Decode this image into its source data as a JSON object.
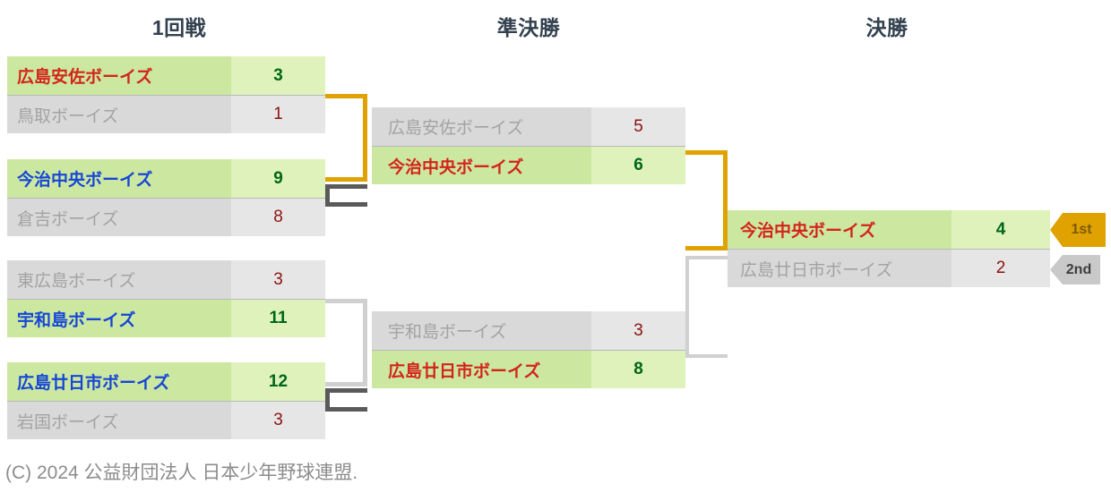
{
  "headers": [
    {
      "label": "1回戦"
    },
    {
      "label": "準決勝"
    },
    {
      "label": "決勝"
    }
  ],
  "rounds": {
    "round1": {
      "matches": [
        {
          "rows": [
            {
              "team": "広島安佐ボーイズ",
              "score": "3",
              "result": "win",
              "name_color": "red"
            },
            {
              "team": "鳥取ボーイズ",
              "score": "1",
              "result": "lose",
              "name_color": "gray"
            }
          ]
        },
        {
          "rows": [
            {
              "team": "今治中央ボーイズ",
              "score": "9",
              "result": "win",
              "name_color": "blue"
            },
            {
              "team": "倉吉ボーイズ",
              "score": "8",
              "result": "lose",
              "name_color": "gray"
            }
          ]
        },
        {
          "rows": [
            {
              "team": "東広島ボーイズ",
              "score": "3",
              "result": "lose",
              "name_color": "gray"
            },
            {
              "team": "宇和島ボーイズ",
              "score": "11",
              "result": "win",
              "name_color": "blue"
            }
          ]
        },
        {
          "rows": [
            {
              "team": "広島廿日市ボーイズ",
              "score": "12",
              "result": "win",
              "name_color": "blue"
            },
            {
              "team": "岩国ボーイズ",
              "score": "3",
              "result": "lose",
              "name_color": "gray"
            }
          ]
        }
      ]
    },
    "semifinal": {
      "matches": [
        {
          "rows": [
            {
              "team": "広島安佐ボーイズ",
              "score": "5",
              "result": "lose",
              "name_color": "gray"
            },
            {
              "team": "今治中央ボーイズ",
              "score": "6",
              "result": "win",
              "name_color": "red"
            }
          ]
        },
        {
          "rows": [
            {
              "team": "宇和島ボーイズ",
              "score": "3",
              "result": "lose",
              "name_color": "gray"
            },
            {
              "team": "広島廿日市ボーイズ",
              "score": "8",
              "result": "win",
              "name_color": "red"
            }
          ]
        }
      ]
    },
    "final": {
      "matches": [
        {
          "rows": [
            {
              "team": "今治中央ボーイズ",
              "score": "4",
              "result": "win",
              "name_color": "red",
              "rank": "1st",
              "rank_style": "gold"
            },
            {
              "team": "広島廿日市ボーイズ",
              "score": "2",
              "result": "lose",
              "name_color": "gray",
              "rank": "2nd",
              "rank_style": "silver"
            }
          ]
        }
      ]
    }
  },
  "colors": {
    "winner_name_bg": "#cce8a0",
    "winner_score_bg": "#dff2bc",
    "loser_name_bg": "#d9d9d9",
    "loser_score_bg": "#e6e6e6",
    "winner_score_text": "#00661a",
    "loser_score_text": "#8b1111",
    "connector_gold": "#e0a200",
    "connector_dark": "#5a5a5a",
    "connector_light": "#d0d0d0",
    "header_text": "#33414f",
    "rank_gold": "#e0a200",
    "rank_silver": "#c9c9c9"
  },
  "footer": {
    "text": "(C) 2024 公益財団法人 日本少年野球連盟."
  }
}
